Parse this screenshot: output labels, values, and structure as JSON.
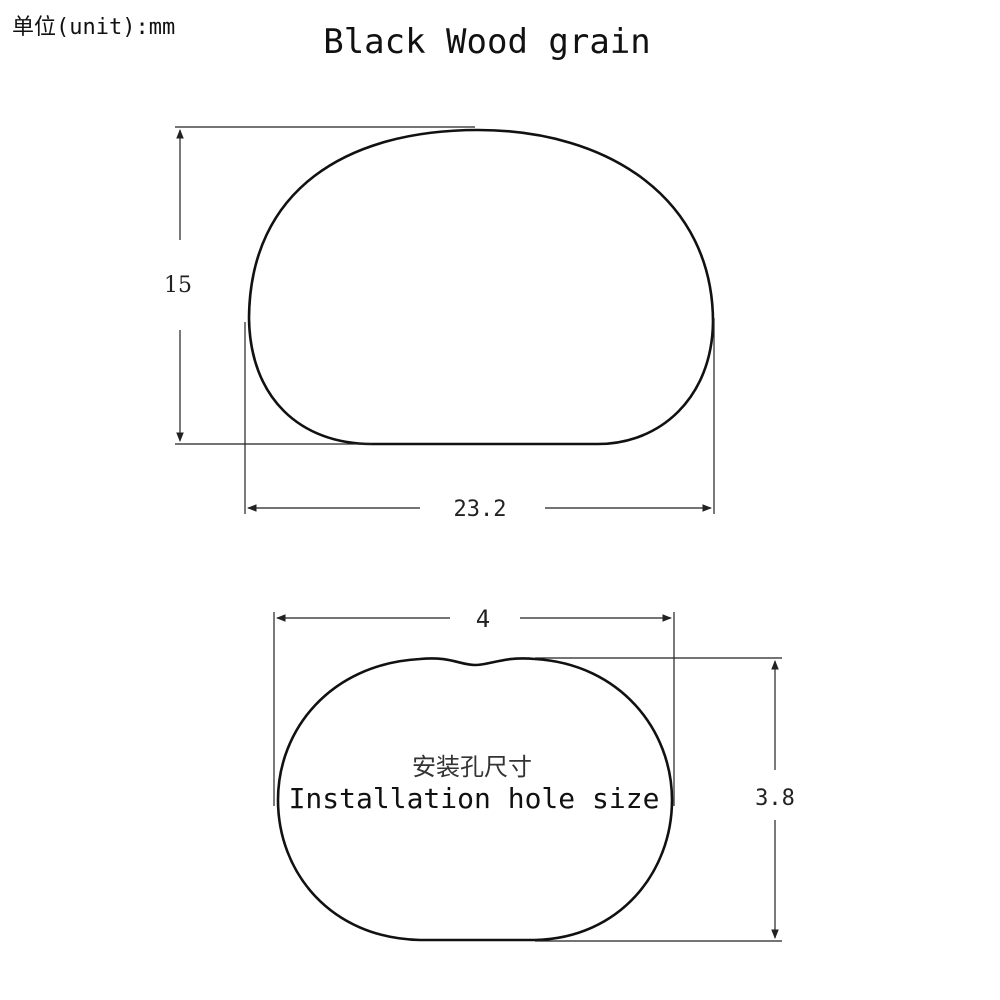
{
  "header": {
    "unit_label": "单位(unit):mm",
    "title": "Black Wood grain"
  },
  "knob": {
    "height_label": "15",
    "width_label": "23.2"
  },
  "hole": {
    "width_label": "4",
    "height_label": "3.8",
    "caption_cn": "安装孔尺寸",
    "caption_en": "Installation hole size"
  },
  "colors": {
    "ink": "#111111",
    "dim_line": "#222222",
    "background": "#ffffff"
  }
}
